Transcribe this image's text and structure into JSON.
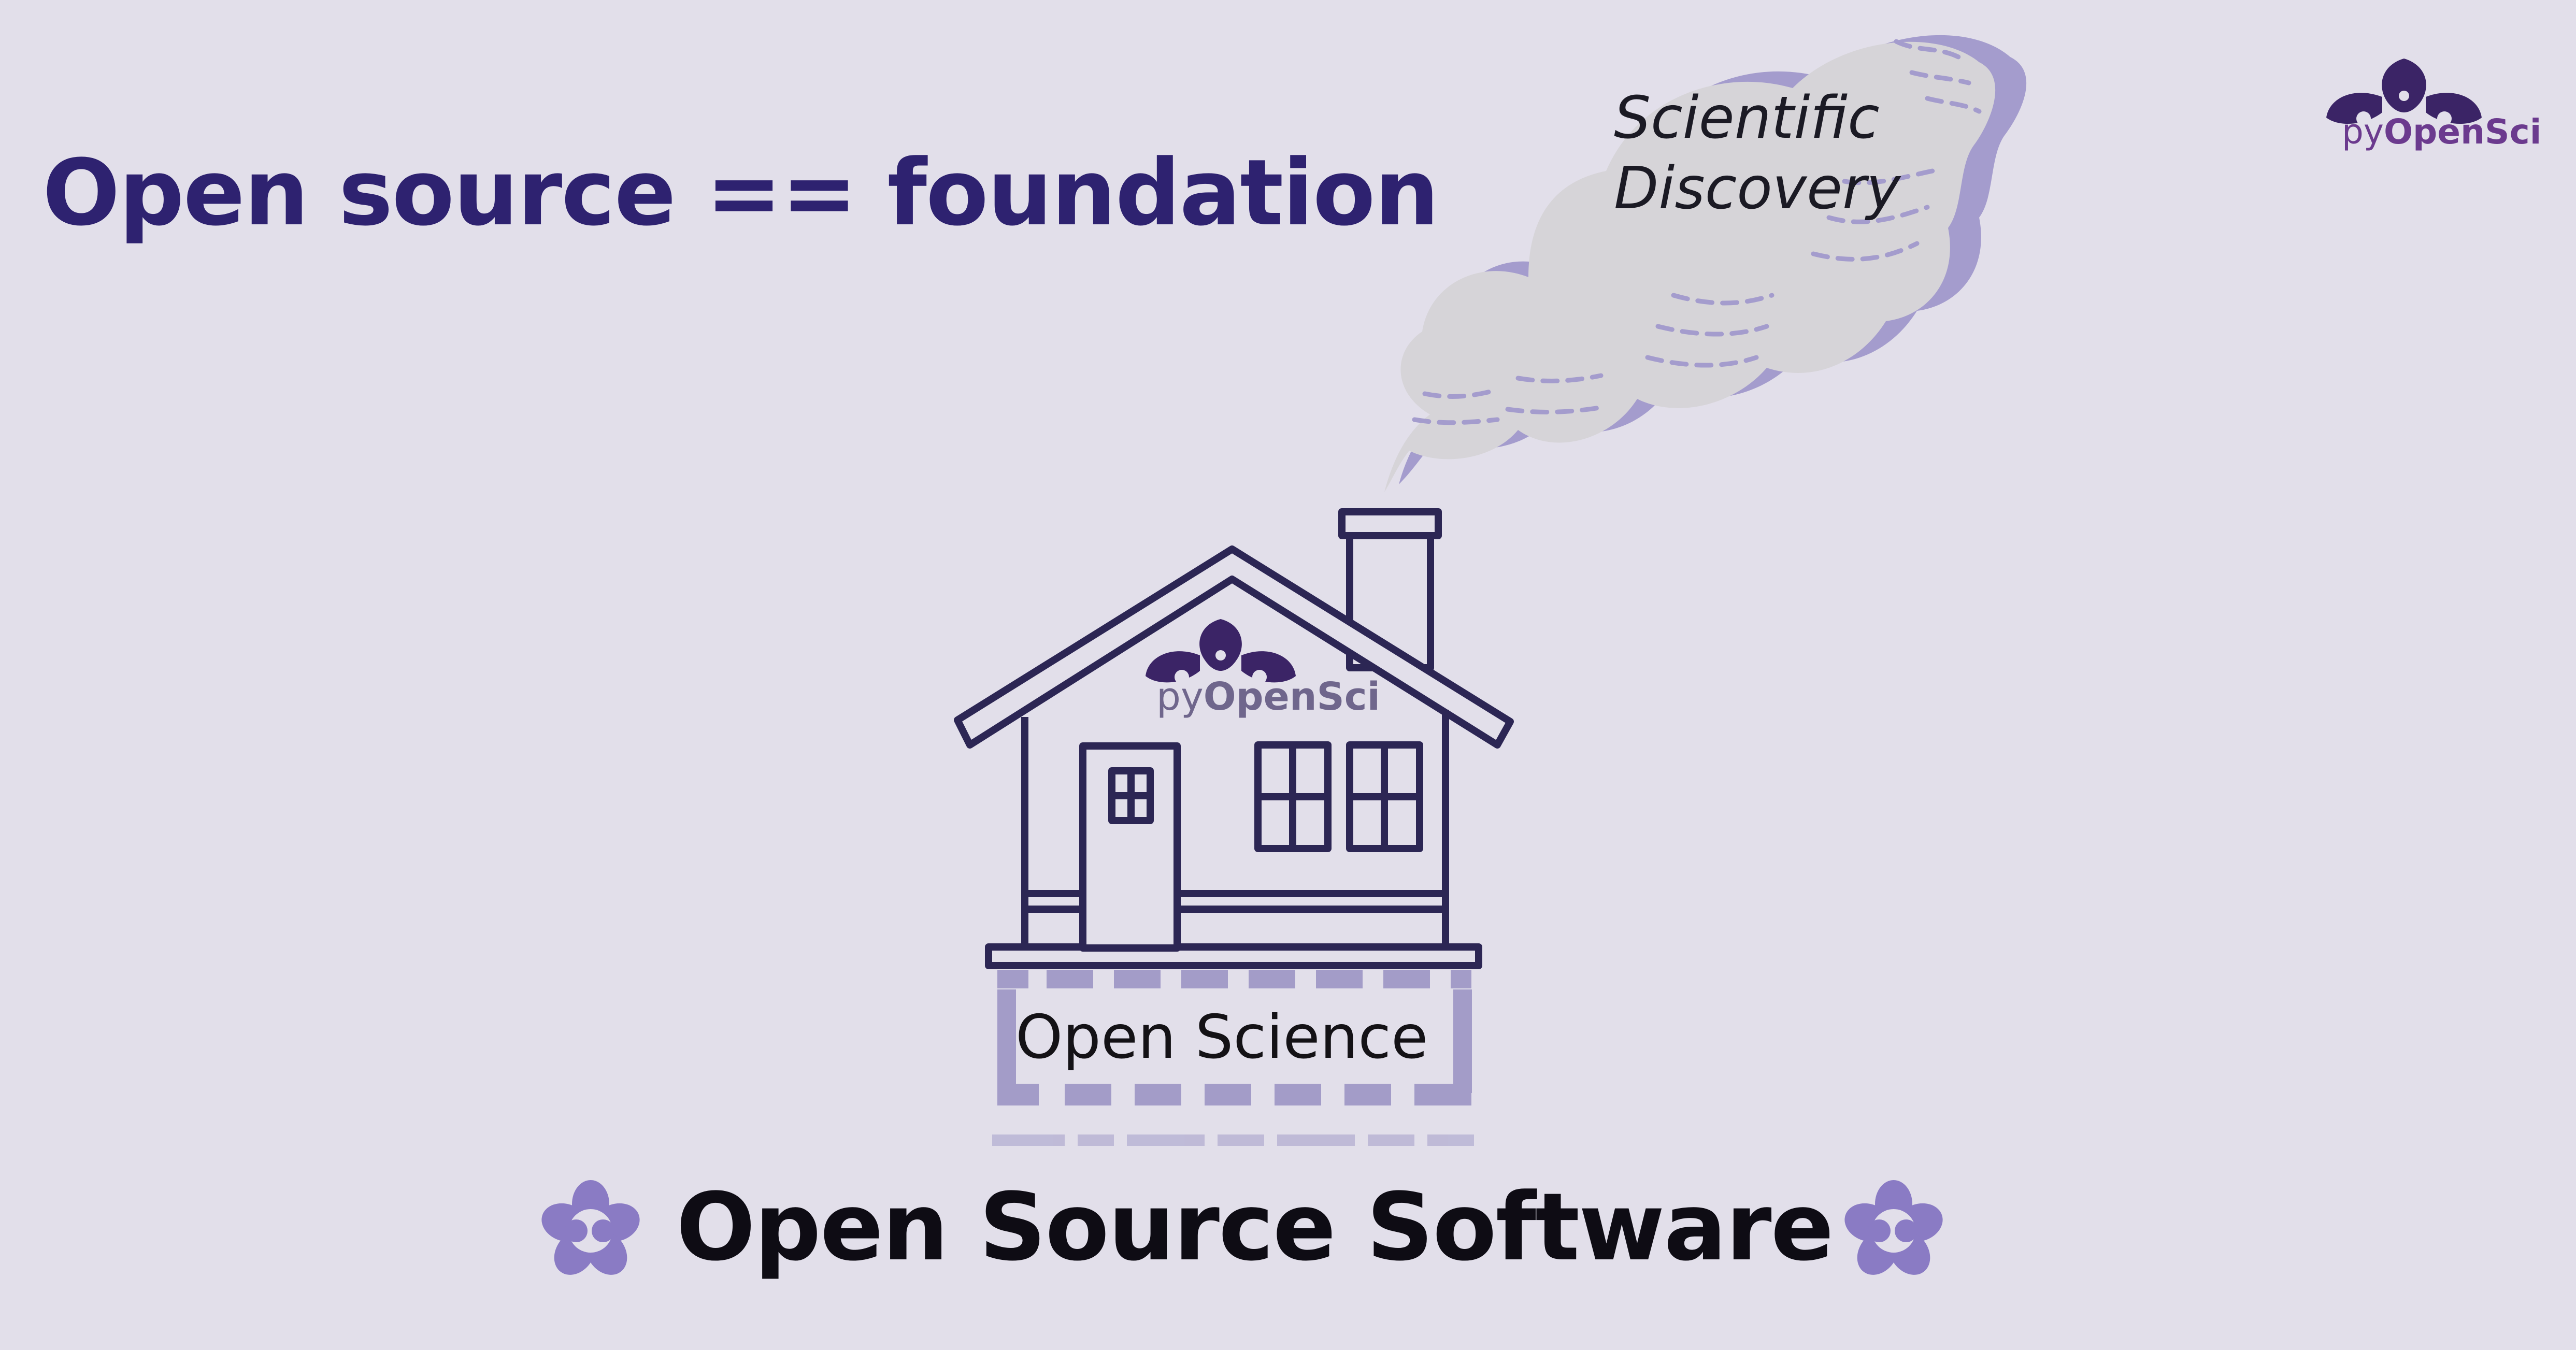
{
  "slide": {
    "title": "Open source == foundation",
    "cloud_text": [
      "Scientific",
      "Discovery"
    ],
    "foundation_label": "Open Science",
    "bottom_label": "Open Source Software",
    "house_logo": {
      "py": "py",
      "name": "OpenSci"
    },
    "corner_logo": {
      "py": "py",
      "name": "OpenSci"
    },
    "icons": [
      "pyopensci-logo-icon",
      "house-icon",
      "chimney-icon",
      "smoke-cloud-icon",
      "flower-icon"
    ]
  },
  "colors": {
    "background": "#e2dfea",
    "title": "#2e2270",
    "house_outline": "#2c2654",
    "foundation_bricks": "#a39cc8",
    "cloud_fill": "#d6d4d8",
    "cloud_shadow": "#a49ccd",
    "logo_purple": "#3b2466",
    "flower_purple": "#8a7bc4"
  }
}
